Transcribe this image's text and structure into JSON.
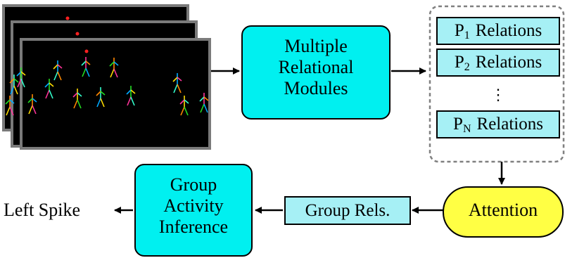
{
  "colors": {
    "module_fill": "#00f0f0",
    "relation_fill": "#a6f0f5",
    "attention_fill": "#ffff44",
    "frame_border": "#7a7a7a",
    "frame_bg": "#000000"
  },
  "modules": {
    "relational": {
      "line1": "Multiple",
      "line2": "Relational",
      "line3": "Modules"
    },
    "inference": {
      "line1": "Group",
      "line2": "Activity",
      "line3": "Inference"
    }
  },
  "relations": {
    "items": [
      {
        "p": "P",
        "sub": "1",
        "label": "Relations"
      },
      {
        "p": "P",
        "sub": "2",
        "label": "Relations"
      },
      {
        "p": "P",
        "sub": "N",
        "label": "Relations"
      }
    ],
    "ellipsis": "⋮"
  },
  "attention": {
    "label": "Attention"
  },
  "group_rels": {
    "label": "Group Rels."
  },
  "output": {
    "label": "Left Spike"
  }
}
